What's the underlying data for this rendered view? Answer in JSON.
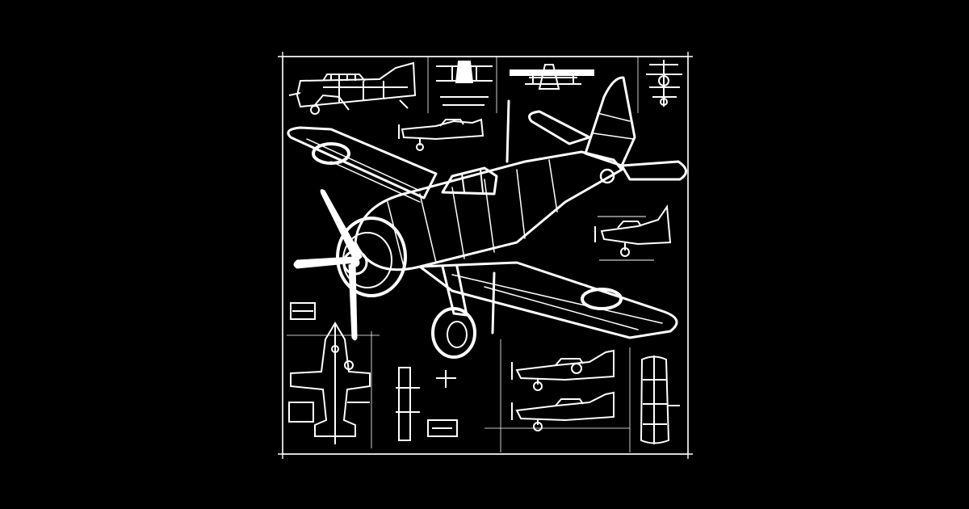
{
  "artwork": {
    "subject": "aircraft-blueprint-illustration",
    "colors": {
      "background": "#000000",
      "ink": "#ffffff"
    },
    "views": [
      "main-aircraft-perspective",
      "side-view-top-left",
      "side-view-small-center",
      "biplane-front-view",
      "front-view-top-center",
      "front-view-stack-top-right",
      "side-view-right",
      "top-view-bottom-left",
      "side-view-bottom-center",
      "side-view-bottom-center-lower",
      "top-view-bottom-right"
    ]
  }
}
